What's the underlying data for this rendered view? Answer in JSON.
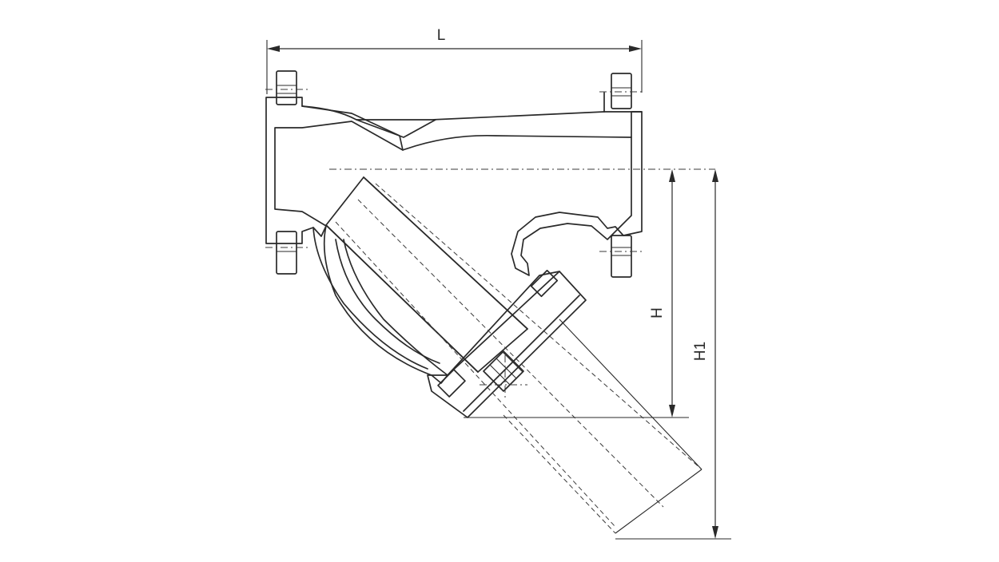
{
  "drawing": {
    "labels": {
      "length": "L",
      "height": "H",
      "height_total": "H1"
    }
  }
}
